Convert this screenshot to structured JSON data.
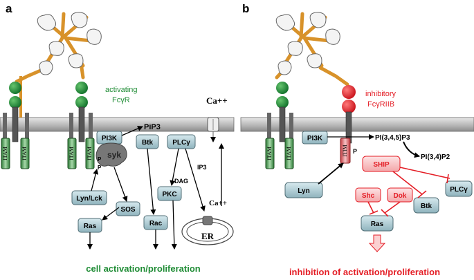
{
  "colors": {
    "membrane": "#b8b8b8",
    "pill": "#a9c7cf",
    "pill_stroke": "#4f6c74",
    "green": "#1f8c35",
    "red": "#e41e26",
    "pink": "#f6b9bb",
    "antibody": "#d8922a",
    "gray": "#8a8a8a",
    "itam": "#2f7a3a"
  },
  "panel_a": {
    "letter": "a",
    "receptor_label_1": "activating",
    "receptor_label_2": "FcγR",
    "itam_label": "ITAM",
    "pi3k": "PI3K",
    "pip3": "PiP3",
    "syk": "syk",
    "p_mark": "P",
    "btk": "Btk",
    "plcg": "PLCγ",
    "ca_top": "Ca++",
    "dag": "DAG",
    "ip3": "IP3",
    "pkc": "PKC",
    "ca_er": "Ca++",
    "er": "ER",
    "lyn_lck": "Lyn/Lck",
    "sos": "SOS",
    "ras": "Ras",
    "rac": "Rac",
    "caption": "cell activation/proliferation"
  },
  "panel_b": {
    "letter": "b",
    "receptor_label_1": "inhibitory",
    "receptor_label_2": "FcγRIIB",
    "itam_label": "ITAM",
    "itim_label": "ITIM",
    "pi3k": "PI3K",
    "pi345p3": "PI(3,4,5)P3",
    "pi34p2": "PI(3,4)P2",
    "p_mark": "P",
    "ship": "SHIP",
    "lyn": "Lyn",
    "shc": "Shc",
    "dok": "Dok",
    "ras": "Ras",
    "btk": "Btk",
    "plcg": "PLCγ",
    "caption": "inhibition of activation/proliferation"
  }
}
